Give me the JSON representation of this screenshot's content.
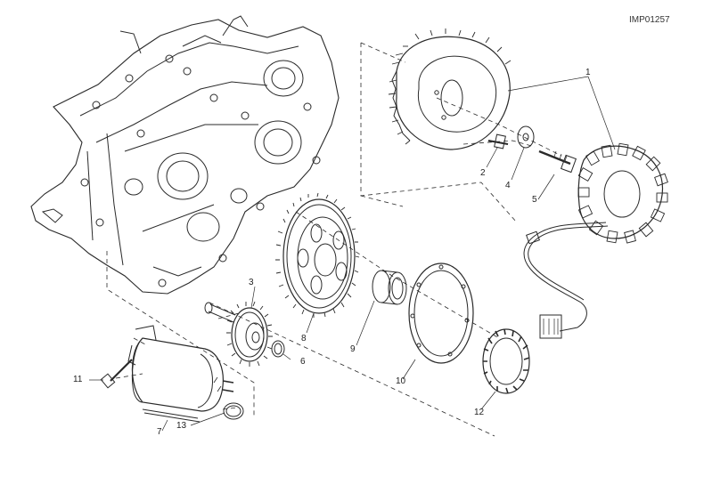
{
  "drawing_code": "IMP01257",
  "callouts": [
    "1",
    "2",
    "4",
    "5",
    "3",
    "8",
    "9",
    "10",
    "6",
    "11",
    "7",
    "13",
    "12"
  ]
}
